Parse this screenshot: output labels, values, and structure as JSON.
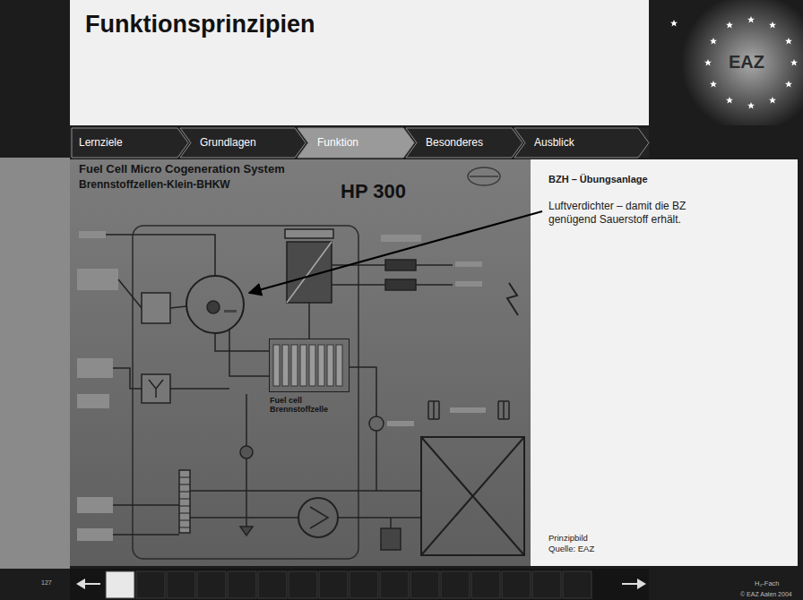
{
  "diagram": {
    "title": "Funktionsprinzipien",
    "nodes": [
      {
        "text": [
          "Lernziele"
        ]
      },
      {
        "text": [
          "Grundlagen"
        ]
      },
      {
        "text": [
          "Funktion"
        ]
      },
      {
        "text": [
          "Besonderes"
        ]
      },
      {
        "text": [
          "Ausblick"
        ]
      },
      {
        "text": [
          "Fuel Cell Micro Cogeneration System",
          "Brennstoffzellen-Klein-BHKW",
          "HP 300"
        ]
      },
      {
        "text": [
          "Fuel cell Brennstoffzelle"
        ],
        "in": 5
      },
      {
        "text": [
          "BZH – Übungsanlage",
          "Luftverdichter – damit die BZ genügend Sauerstoff erhält.",
          "Prinzipbild Quelle: EAZ"
        ]
      }
    ],
    "labels": [
      "EAZ",
      "127",
      "H₂-Fach",
      "© EAZ Aalen 2004"
    ]
  }
}
